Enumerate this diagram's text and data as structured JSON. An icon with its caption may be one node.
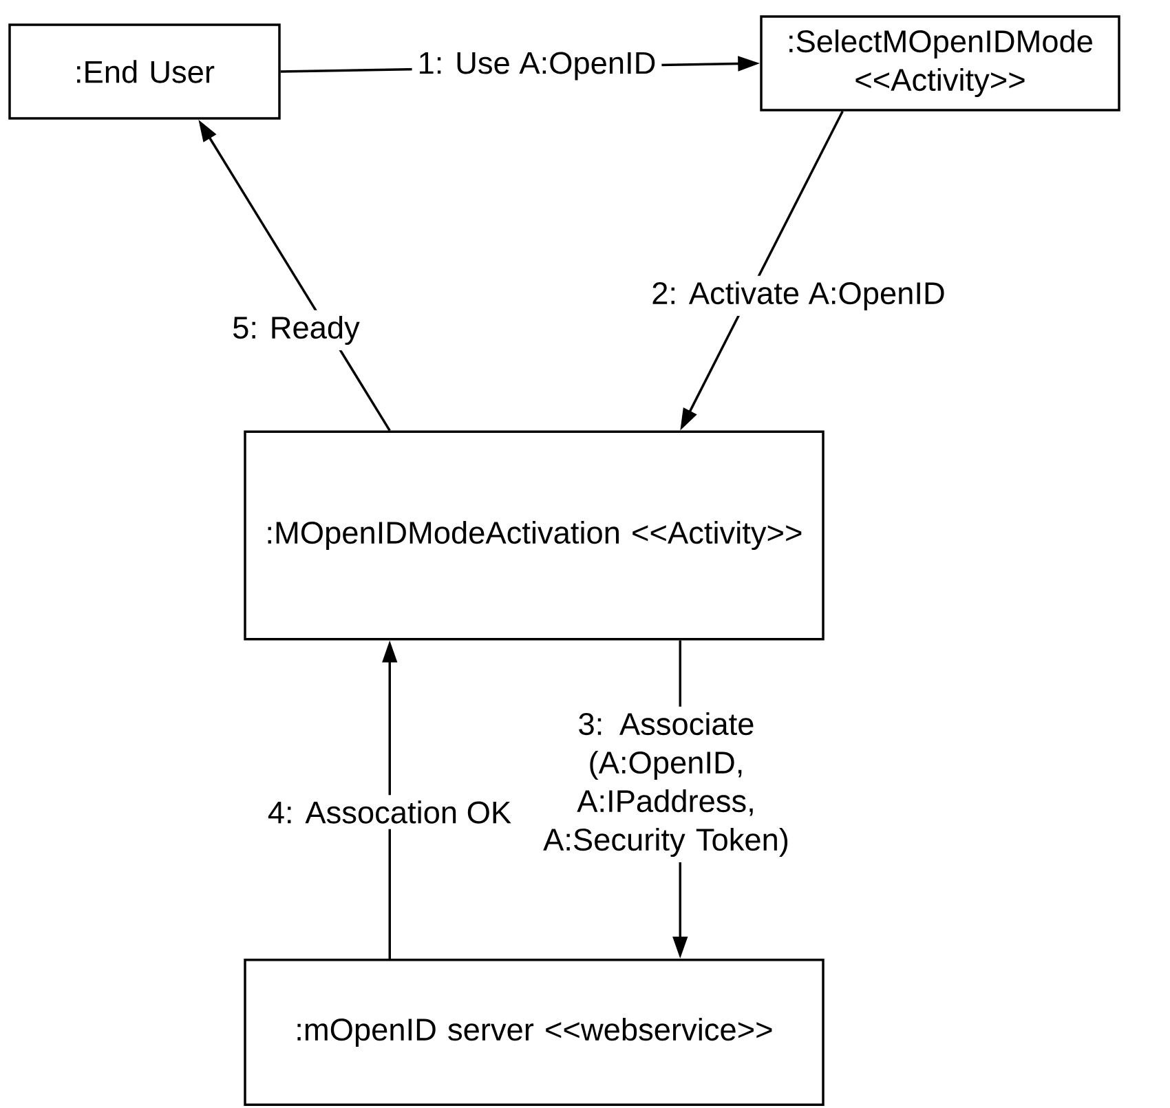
{
  "diagram": {
    "nodes": [
      {
        "text": [
          ":End User"
        ]
      },
      {
        "text": [
          ":SelectMOpenIDMode <<Activity>>"
        ]
      },
      {
        "text": [
          ":MOpenIDModeActivation <<Activity>>"
        ]
      },
      {
        "text": [
          ":mOpenID server <<webservice>>"
        ]
      }
    ],
    "edges": [
      {
        "from": 0,
        "to": 1,
        "arrow": "to",
        "label": "1: Use A:OpenID"
      },
      {
        "from": 1,
        "to": 2,
        "arrow": "to",
        "label": "2: Activate A:OpenID"
      },
      {
        "from": 2,
        "to": 3,
        "arrow": "to",
        "label": "3: Associate (A:OpenID, A:IPaddress, A:Security Token)"
      },
      {
        "from": 3,
        "to": 2,
        "arrow": "to",
        "label": "4: Assocation OK"
      },
      {
        "from": 2,
        "to": 0,
        "arrow": "to",
        "label": "5: Ready"
      }
    ]
  }
}
